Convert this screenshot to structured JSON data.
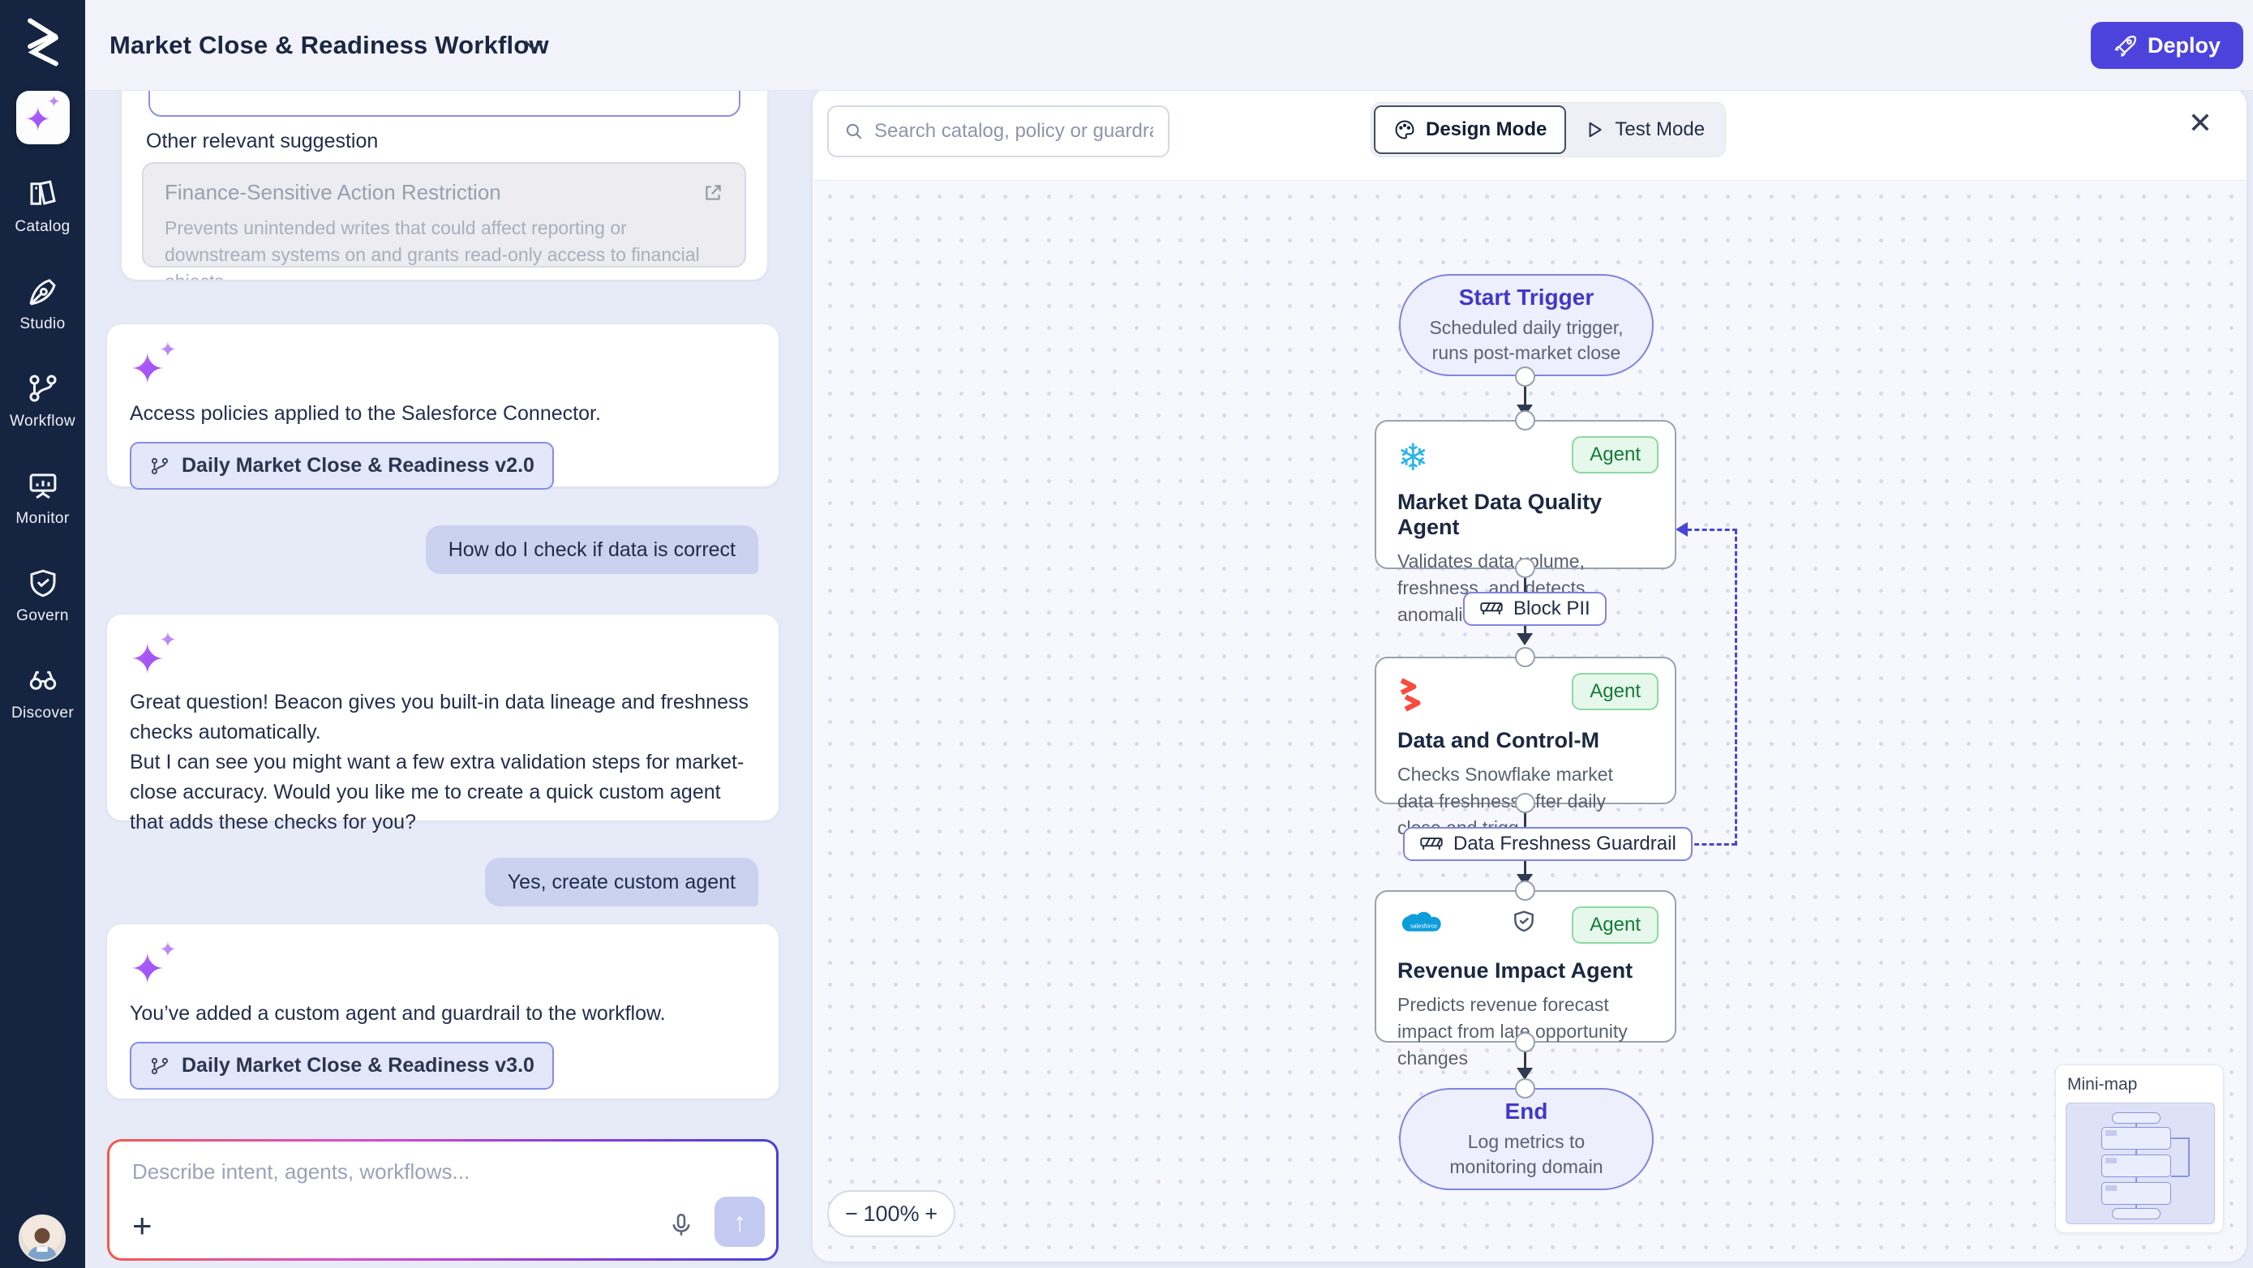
{
  "app": {
    "title": "Market Close & Readiness Workflow",
    "deploy_label": "Deploy"
  },
  "sidebar": {
    "items": [
      {
        "label": "Catalog"
      },
      {
        "label": "Studio"
      },
      {
        "label": "Workflow"
      },
      {
        "label": "Monitor"
      },
      {
        "label": "Govern"
      },
      {
        "label": "Discover"
      }
    ]
  },
  "chat": {
    "suggestion_heading": "Other relevant suggestion",
    "suggestion_card": {
      "title": "Finance-Sensitive Action Restriction",
      "description": "Prevents unintended writes that could affect reporting or downstream systems on and grants read-only access to financial objects."
    },
    "message1": {
      "text": "Access policies applied to the Salesforce Connector.",
      "chip_label": "Daily Market Close & Readiness v2.0"
    },
    "user_message1": "How do I check if data is correct",
    "message2": {
      "paragraph1": "Great question! Beacon gives you built-in data lineage and freshness checks automatically.",
      "paragraph2": "But I can see you might want a few extra validation steps for market-close accuracy. Would you like me to create a quick custom agent that adds these checks for you?"
    },
    "user_message2": "Yes, create custom agent",
    "message3": {
      "text": "You’ve added a custom agent and guardrail to the workflow.",
      "chip_label": "Daily Market Close & Readiness v3.0"
    },
    "input_placeholder": "Describe intent, agents, workflows..."
  },
  "canvas": {
    "search_placeholder": "Search catalog, policy or guardrail",
    "design_mode_label": "Design Mode",
    "test_mode_label": "Test Mode",
    "zoom_level": "100%",
    "minimap_label": "Mini-map",
    "nodes": {
      "start": {
        "title": "Start Trigger",
        "description": "Scheduled daily trigger, runs post-market close"
      },
      "agent1": {
        "badge": "Agent",
        "title": "Market Data Quality Agent",
        "description": "Validates data volume, freshness, and detects anomalies"
      },
      "guardrail1": {
        "label": "Block PII"
      },
      "agent2": {
        "badge": "Agent",
        "title": "Data and Control-M",
        "description": "Checks Snowflake market data freshness after daily close and trigg..."
      },
      "guardrail2": {
        "label": "Data Freshness Guardrail"
      },
      "agent3": {
        "badge": "Agent",
        "title": "Revenue Impact Agent",
        "description": "Predicts revenue forecast impact from late opportunity changes"
      },
      "end": {
        "title": "End",
        "description": "Log metrics to monitoring domain"
      }
    }
  },
  "colors": {
    "accent": "#4c43dd",
    "sidebar_bg": "#152441",
    "agent_badge_bg": "#e6f8eb",
    "agent_badge_text": "#157a38",
    "guardrail_border": "#8084dd",
    "snowflake_blue": "#29b5e8",
    "bmc_red": "#fa4a3e",
    "salesforce_blue": "#00a1e0"
  }
}
